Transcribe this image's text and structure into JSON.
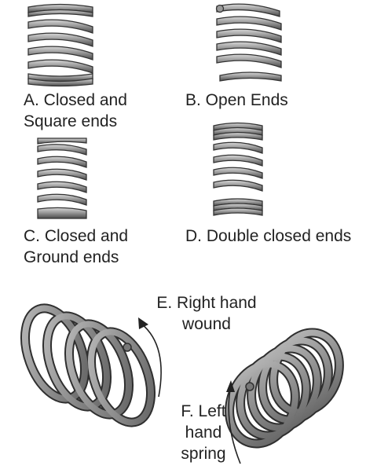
{
  "labels": {
    "a": [
      "A. Closed and",
      "Square ends"
    ],
    "b": [
      "B. Open Ends"
    ],
    "c": [
      "C. Closed and",
      "Ground ends"
    ],
    "d": [
      "D. Double closed ends"
    ],
    "e": [
      "E. Right hand",
      "wound"
    ],
    "f": [
      "F. Left",
      "hand",
      "spring"
    ]
  },
  "colors": {
    "coil_fill": "#8a8a8a",
    "coil_dark": "#3a3a3a",
    "coil_light": "#d4d4d4",
    "text": "#222222"
  }
}
